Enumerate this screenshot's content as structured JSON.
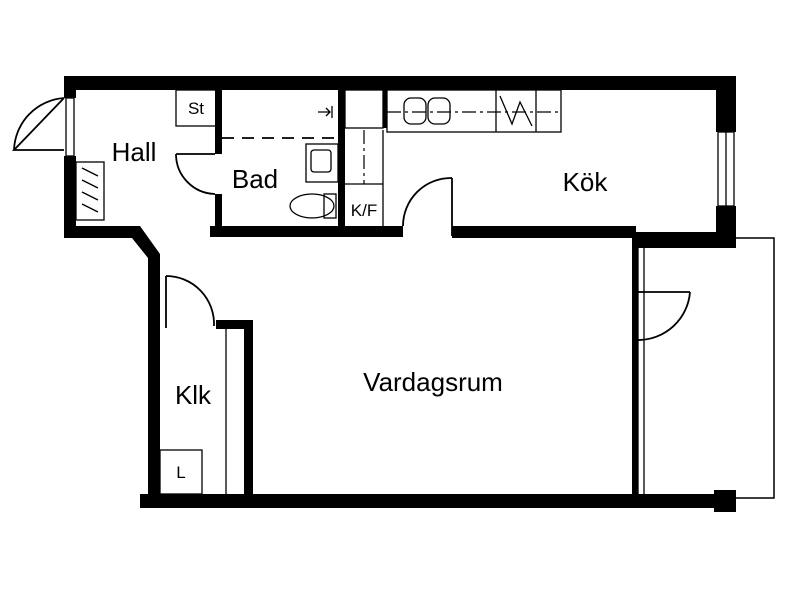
{
  "rooms": {
    "hall": "Hall",
    "bad": "Bad",
    "kok": "Kök",
    "vardagsrum": "Vardagsrum",
    "klk": "Klk"
  },
  "fixtures": {
    "storage": "St",
    "washer_dryer": "K/F",
    "linen": "L"
  },
  "colors": {
    "ink": "#000000",
    "background": "#ffffff"
  }
}
